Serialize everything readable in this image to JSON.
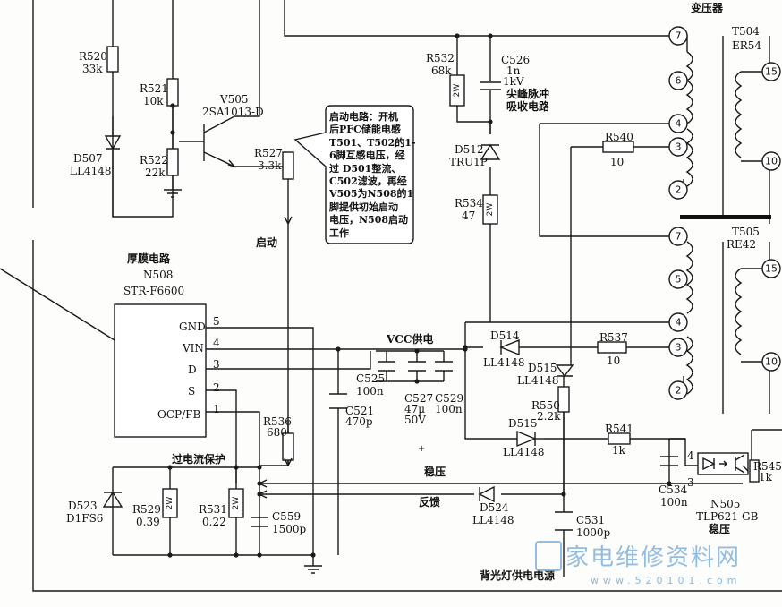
{
  "transformer_header": "变压器",
  "transformers": [
    {
      "ref": "T504",
      "core": "ER54",
      "primary_pins": [
        "7",
        "6",
        "4",
        "3",
        "2"
      ],
      "secondary_pins": [
        "15",
        "10"
      ]
    },
    {
      "ref": "T505",
      "core": "RE42",
      "primary_pins": [
        "7",
        "5",
        "4",
        "3",
        "2"
      ],
      "secondary_pins": [
        "15",
        "10"
      ]
    }
  ],
  "ic": {
    "title": "厚膜电路",
    "ref": "N508",
    "part": "STR-F6600",
    "pins": [
      {
        "name": "GND",
        "no": "5"
      },
      {
        "name": "VIN",
        "no": "4"
      },
      {
        "name": "D",
        "no": "3"
      },
      {
        "name": "S",
        "no": "2"
      },
      {
        "name": "OCP/FB",
        "no": "1"
      }
    ]
  },
  "transistor": {
    "ref": "V505",
    "part": "2SA1013-D"
  },
  "note": {
    "lines": [
      "启动电路：开机",
      "后PFC储能电感",
      "T501、T502的1-",
      "6脚互感电压，经",
      "过 D501整流、",
      "C502滤波，再经",
      "V505为N508的1",
      "脚提供初始启动",
      "电压，N508启动",
      "工作"
    ]
  },
  "labels": {
    "startup": "启动",
    "vcc_supply": "VCC供电",
    "spike_absorb_1": "尖峰脉冲",
    "spike_absorb_2": "吸收电路",
    "overcurrent": "过电流保护",
    "regulation": "稳压",
    "feedback": "反馈",
    "backlight_supply": "背光灯供电电源",
    "optocoupler_ref": "N505",
    "optocoupler_part": "TLP621-GB",
    "optocoupler_func": "稳压"
  },
  "components": {
    "R520": {
      "ref": "R520",
      "value": "33k"
    },
    "R521": {
      "ref": "R521",
      "value": "10k"
    },
    "R522": {
      "ref": "R522",
      "value": "22k"
    },
    "D507": {
      "ref": "D507",
      "value": "LL4148"
    },
    "R527": {
      "ref": "R527",
      "value": "3.3k"
    },
    "R532": {
      "ref": "R532",
      "value": "68k",
      "power": "2W"
    },
    "C526": {
      "ref": "C526",
      "value": "1n",
      "voltage": "1kV"
    },
    "D512": {
      "ref": "D512",
      "value": "TRU1P"
    },
    "R534": {
      "ref": "R534",
      "value": "47",
      "power": "2W"
    },
    "R540": {
      "ref": "R540",
      "value": "10"
    },
    "D514": {
      "ref": "D514",
      "value": "LL4148"
    },
    "R537": {
      "ref": "R537",
      "value": "10"
    },
    "D515a": {
      "ref": "D515",
      "value": "LL4148"
    },
    "R550": {
      "ref": "R550",
      "value": "2.2k"
    },
    "D515b": {
      "ref": "D515",
      "value": "LL4148"
    },
    "R541": {
      "ref": "R541",
      "value": "1k"
    },
    "C525": {
      "ref": "C525",
      "value": "100n"
    },
    "C521": {
      "ref": "C521",
      "value": "470p"
    },
    "C527": {
      "ref": "C527",
      "value": "47μ",
      "voltage": "50V"
    },
    "C529": {
      "ref": "C529",
      "value": "100n"
    },
    "R536": {
      "ref": "R536",
      "value": "680"
    },
    "C534": {
      "ref": "C534",
      "value": "100n"
    },
    "R545": {
      "ref": "R545",
      "value": "1k"
    },
    "D523": {
      "ref": "D523",
      "value": "D1FS6"
    },
    "R529": {
      "ref": "R529",
      "value": "0.39",
      "power": "2W"
    },
    "R531": {
      "ref": "R531",
      "value": "0.22",
      "power": "2W"
    },
    "C559": {
      "ref": "C559",
      "value": "1500p"
    },
    "D524": {
      "ref": "D524",
      "value": "LL4148"
    },
    "C531": {
      "ref": "C531",
      "value": "1000p"
    }
  },
  "watermark": {
    "text": "家电维修资料网",
    "url": "www.520101.com"
  }
}
